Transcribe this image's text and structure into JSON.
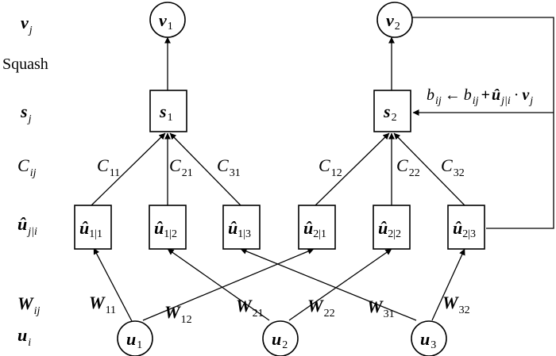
{
  "rows": {
    "v": {
      "base": "v",
      "sub": "j"
    },
    "squash": "Squash",
    "s": {
      "base": "s",
      "sub": "j"
    },
    "c": {
      "base": "C",
      "sub": "ij"
    },
    "u_hat": {
      "base": "û",
      "sub": "j|i"
    },
    "w": {
      "base": "W",
      "sub": "ij"
    },
    "u": {
      "base": "u",
      "sub": "i"
    }
  },
  "outputs": [
    {
      "base": "v",
      "sub": "1"
    },
    {
      "base": "v",
      "sub": "2"
    }
  ],
  "sums": [
    {
      "base": "s",
      "sub": "1"
    },
    {
      "base": "s",
      "sub": "2"
    }
  ],
  "predictions": [
    {
      "base": "û",
      "sub": "1|1"
    },
    {
      "base": "û",
      "sub": "1|2"
    },
    {
      "base": "û",
      "sub": "1|3"
    },
    {
      "base": "û",
      "sub": "2|1"
    },
    {
      "base": "û",
      "sub": "2|2"
    },
    {
      "base": "û",
      "sub": "2|3"
    }
  ],
  "inputs": [
    {
      "base": "u",
      "sub": "1"
    },
    {
      "base": "u",
      "sub": "2"
    },
    {
      "base": "u",
      "sub": "3"
    }
  ],
  "couplings": [
    {
      "base": "C",
      "sub": "11"
    },
    {
      "base": "C",
      "sub": "21"
    },
    {
      "base": "C",
      "sub": "31"
    },
    {
      "base": "C",
      "sub": "12"
    },
    {
      "base": "C",
      "sub": "22"
    },
    {
      "base": "C",
      "sub": "32"
    }
  ],
  "weights": [
    {
      "base": "W",
      "sub": "11"
    },
    {
      "base": "W",
      "sub": "12"
    },
    {
      "base": "W",
      "sub": "21"
    },
    {
      "base": "W",
      "sub": "22"
    },
    {
      "base": "W",
      "sub": "31"
    },
    {
      "base": "W",
      "sub": "32"
    }
  ],
  "update_rule": {
    "b": "b",
    "b_sub": "ij",
    "arrow": "←",
    "b2": "b",
    "b2_sub": "ij",
    "plus": "+",
    "u_hat": "û",
    "u_hat_sub": "j|i",
    "dot": "·",
    "v": "v",
    "v_sub": "j"
  }
}
